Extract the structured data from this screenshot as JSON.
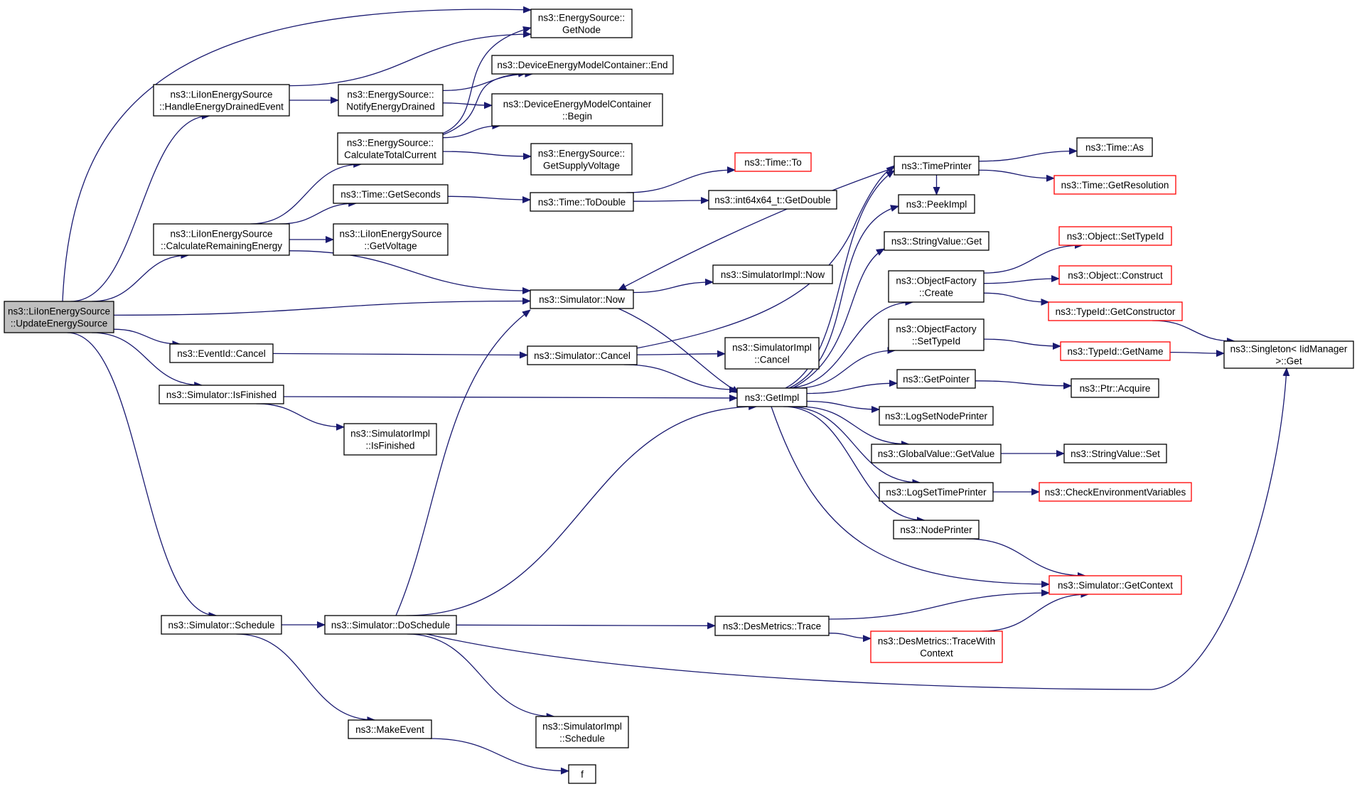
{
  "colors": {
    "edge": "#191970",
    "node_border": "#000000",
    "node_border_truncated": "#ff0000",
    "node_fill": "#ffffff",
    "root_fill": "#bfbfbf"
  },
  "nodes": [
    {
      "id": "update_energy_source",
      "lines": [
        "ns3::LiIonEnergySource",
        "::UpdateEnergySource"
      ],
      "root": true
    },
    {
      "id": "handle_energy_drained",
      "lines": [
        "ns3::LiIonEnergySource",
        "::HandleEnergyDrainedEvent"
      ]
    },
    {
      "id": "calc_remaining_energy",
      "lines": [
        "ns3::LiIonEnergySource",
        "::CalculateRemainingEnergy"
      ]
    },
    {
      "id": "eventid_cancel",
      "lines": [
        "ns3::EventId::Cancel"
      ]
    },
    {
      "id": "sim_isfinished",
      "lines": [
        "ns3::Simulator::IsFinished"
      ]
    },
    {
      "id": "sim_schedule",
      "lines": [
        "ns3::Simulator::Schedule"
      ]
    },
    {
      "id": "notify_energy_drained",
      "lines": [
        "ns3::EnergySource::",
        "NotifyEnergyDrained"
      ]
    },
    {
      "id": "calc_total_current",
      "lines": [
        "ns3::EnergySource::",
        "CalculateTotalCurrent"
      ]
    },
    {
      "id": "time_getseconds",
      "lines": [
        "ns3::Time::GetSeconds"
      ]
    },
    {
      "id": "liion_getvoltage",
      "lines": [
        "ns3::LiIonEnergySource",
        "::GetVoltage"
      ]
    },
    {
      "id": "simimpl_isfinished",
      "lines": [
        "ns3::SimulatorImpl",
        "::IsFinished"
      ]
    },
    {
      "id": "sim_doschedule",
      "lines": [
        "ns3::Simulator::DoSchedule"
      ]
    },
    {
      "id": "makeevent",
      "lines": [
        "ns3::MakeEvent"
      ]
    },
    {
      "id": "es_getnode",
      "lines": [
        "ns3::EnergySource::",
        "GetNode"
      ]
    },
    {
      "id": "demc_end",
      "lines": [
        "ns3::DeviceEnergyModelContainer::End"
      ]
    },
    {
      "id": "demc_begin",
      "lines": [
        "ns3::DeviceEnergyModelContainer",
        "::Begin"
      ]
    },
    {
      "id": "es_getsupplyvoltage",
      "lines": [
        "ns3::EnergySource::",
        "GetSupplyVoltage"
      ]
    },
    {
      "id": "time_todouble",
      "lines": [
        "ns3::Time::ToDouble"
      ]
    },
    {
      "id": "sim_now",
      "lines": [
        "ns3::Simulator::Now"
      ]
    },
    {
      "id": "sim_cancel",
      "lines": [
        "ns3::Simulator::Cancel"
      ]
    },
    {
      "id": "simimpl_schedule",
      "lines": [
        "ns3::SimulatorImpl",
        "::Schedule"
      ]
    },
    {
      "id": "f",
      "lines": [
        "f"
      ]
    },
    {
      "id": "time_to",
      "lines": [
        "ns3::Time::To"
      ],
      "truncated": true
    },
    {
      "id": "int64_getdouble",
      "lines": [
        "ns3::int64x64_t::GetDouble"
      ]
    },
    {
      "id": "simimpl_now",
      "lines": [
        "ns3::SimulatorImpl::Now"
      ]
    },
    {
      "id": "simimpl_cancel",
      "lines": [
        "ns3::SimulatorImpl",
        "::Cancel"
      ]
    },
    {
      "id": "getimpl",
      "lines": [
        "ns3::GetImpl"
      ]
    },
    {
      "id": "desmetrics_trace",
      "lines": [
        "ns3::DesMetrics::Trace"
      ]
    },
    {
      "id": "timeprinter",
      "lines": [
        "ns3::TimePrinter"
      ]
    },
    {
      "id": "peekimpl",
      "lines": [
        "ns3::PeekImpl"
      ]
    },
    {
      "id": "stringvalue_get",
      "lines": [
        "ns3::StringValue::Get"
      ]
    },
    {
      "id": "objectfactory_create",
      "lines": [
        "ns3::ObjectFactory",
        "::Create"
      ]
    },
    {
      "id": "objectfactory_settypeid",
      "lines": [
        "ns3::ObjectFactory",
        "::SetTypeId"
      ]
    },
    {
      "id": "getpointer",
      "lines": [
        "ns3::GetPointer"
      ]
    },
    {
      "id": "logsetnodeprinter",
      "lines": [
        "ns3::LogSetNodePrinter"
      ]
    },
    {
      "id": "globalvalue_getvalue",
      "lines": [
        "ns3::GlobalValue::GetValue"
      ]
    },
    {
      "id": "logsettimeprinter",
      "lines": [
        "ns3::LogSetTimePrinter"
      ]
    },
    {
      "id": "nodeprinter",
      "lines": [
        "ns3::NodePrinter"
      ]
    },
    {
      "id": "desmetrics_tracewith",
      "lines": [
        "ns3::DesMetrics::TraceWith",
        "Context"
      ],
      "truncated": true
    },
    {
      "id": "time_as",
      "lines": [
        "ns3::Time::As"
      ]
    },
    {
      "id": "time_getresolution",
      "lines": [
        "ns3::Time::GetResolution"
      ],
      "truncated": true
    },
    {
      "id": "object_settypeid",
      "lines": [
        "ns3::Object::SetTypeId"
      ],
      "truncated": true
    },
    {
      "id": "object_construct",
      "lines": [
        "ns3::Object::Construct"
      ],
      "truncated": true
    },
    {
      "id": "typeid_getconstructor",
      "lines": [
        "ns3::TypeId::GetConstructor"
      ],
      "truncated": true
    },
    {
      "id": "typeid_getname",
      "lines": [
        "ns3::TypeId::GetName"
      ],
      "truncated": true
    },
    {
      "id": "ptr_acquire",
      "lines": [
        "ns3::Ptr::Acquire"
      ]
    },
    {
      "id": "stringvalue_set",
      "lines": [
        "ns3::StringValue::Set"
      ]
    },
    {
      "id": "checkenvvars",
      "lines": [
        "ns3::CheckEnvironmentVariables"
      ],
      "truncated": true
    },
    {
      "id": "sim_getcontext",
      "lines": [
        "ns3::Simulator::GetContext"
      ],
      "truncated": true
    },
    {
      "id": "singleton_get",
      "lines": [
        "ns3::Singleton< IidManager",
        ">::Get"
      ]
    }
  ],
  "edges": [
    [
      "update_energy_source",
      "es_getnode"
    ],
    [
      "update_energy_source",
      "handle_energy_drained"
    ],
    [
      "update_energy_source",
      "calc_remaining_energy"
    ],
    [
      "update_energy_source",
      "sim_now"
    ],
    [
      "update_energy_source",
      "eventid_cancel"
    ],
    [
      "update_energy_source",
      "sim_isfinished"
    ],
    [
      "update_energy_source",
      "sim_schedule"
    ],
    [
      "handle_energy_drained",
      "es_getnode"
    ],
    [
      "handle_energy_drained",
      "notify_energy_drained"
    ],
    [
      "notify_energy_drained",
      "demc_end"
    ],
    [
      "notify_energy_drained",
      "demc_begin"
    ],
    [
      "calc_remaining_energy",
      "calc_total_current"
    ],
    [
      "calc_remaining_energy",
      "time_getseconds"
    ],
    [
      "calc_remaining_energy",
      "liion_getvoltage"
    ],
    [
      "calc_remaining_energy",
      "sim_now"
    ],
    [
      "calc_total_current",
      "es_getnode"
    ],
    [
      "calc_total_current",
      "demc_end"
    ],
    [
      "calc_total_current",
      "demc_begin"
    ],
    [
      "calc_total_current",
      "es_getsupplyvoltage"
    ],
    [
      "time_getseconds",
      "time_todouble"
    ],
    [
      "time_todouble",
      "time_to"
    ],
    [
      "time_todouble",
      "int64_getdouble"
    ],
    [
      "sim_now",
      "simimpl_now"
    ],
    [
      "sim_now",
      "getimpl"
    ],
    [
      "eventid_cancel",
      "sim_cancel"
    ],
    [
      "sim_cancel",
      "simimpl_cancel"
    ],
    [
      "sim_cancel",
      "getimpl"
    ],
    [
      "sim_cancel",
      "timeprinter"
    ],
    [
      "sim_isfinished",
      "getimpl"
    ],
    [
      "sim_isfinished",
      "simimpl_isfinished"
    ],
    [
      "sim_schedule",
      "sim_doschedule"
    ],
    [
      "sim_schedule",
      "makeevent"
    ],
    [
      "sim_doschedule",
      "sim_now"
    ],
    [
      "sim_doschedule",
      "getimpl"
    ],
    [
      "sim_doschedule",
      "desmetrics_trace"
    ],
    [
      "sim_doschedule",
      "simimpl_schedule"
    ],
    [
      "sim_doschedule",
      "singleton_get"
    ],
    [
      "makeevent",
      "f"
    ],
    [
      "getimpl",
      "timeprinter"
    ],
    [
      "getimpl",
      "peekimpl"
    ],
    [
      "getimpl",
      "stringvalue_get"
    ],
    [
      "getimpl",
      "objectfactory_create"
    ],
    [
      "getimpl",
      "objectfactory_settypeid"
    ],
    [
      "getimpl",
      "getpointer"
    ],
    [
      "getimpl",
      "logsetnodeprinter"
    ],
    [
      "getimpl",
      "globalvalue_getvalue"
    ],
    [
      "getimpl",
      "logsettimeprinter"
    ],
    [
      "getimpl",
      "nodeprinter"
    ],
    [
      "getimpl",
      "sim_getcontext"
    ],
    [
      "timeprinter",
      "time_as"
    ],
    [
      "timeprinter",
      "time_getresolution"
    ],
    [
      "timeprinter",
      "sim_now"
    ],
    [
      "timeprinter",
      "peekimpl"
    ],
    [
      "objectfactory_create",
      "object_settypeid"
    ],
    [
      "objectfactory_create",
      "object_construct"
    ],
    [
      "objectfactory_create",
      "typeid_getconstructor"
    ],
    [
      "objectfactory_settypeid",
      "typeid_getname"
    ],
    [
      "typeid_getconstructor",
      "singleton_get"
    ],
    [
      "typeid_getname",
      "singleton_get"
    ],
    [
      "getpointer",
      "ptr_acquire"
    ],
    [
      "globalvalue_getvalue",
      "stringvalue_set"
    ],
    [
      "logsettimeprinter",
      "checkenvvars"
    ],
    [
      "nodeprinter",
      "sim_getcontext"
    ],
    [
      "desmetrics_trace",
      "sim_getcontext"
    ],
    [
      "desmetrics_trace",
      "desmetrics_tracewith"
    ],
    [
      "desmetrics_tracewith",
      "sim_getcontext"
    ]
  ]
}
